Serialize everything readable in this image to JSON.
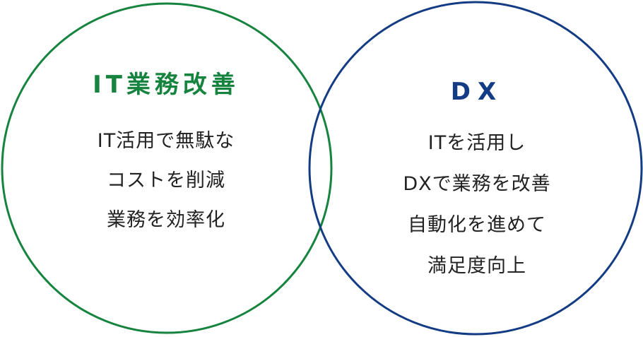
{
  "colors": {
    "green": "#16843f",
    "navy": "#143c84",
    "text": "#222222"
  },
  "left": {
    "title": "IT業務改善",
    "lines": [
      "IT活用で無駄な",
      "コストを削減",
      "業務を効率化"
    ]
  },
  "right": {
    "title": "DX",
    "lines": [
      "ITを活用し",
      "DXで業務を改善",
      "自動化を進めて",
      "満足度向上"
    ]
  }
}
